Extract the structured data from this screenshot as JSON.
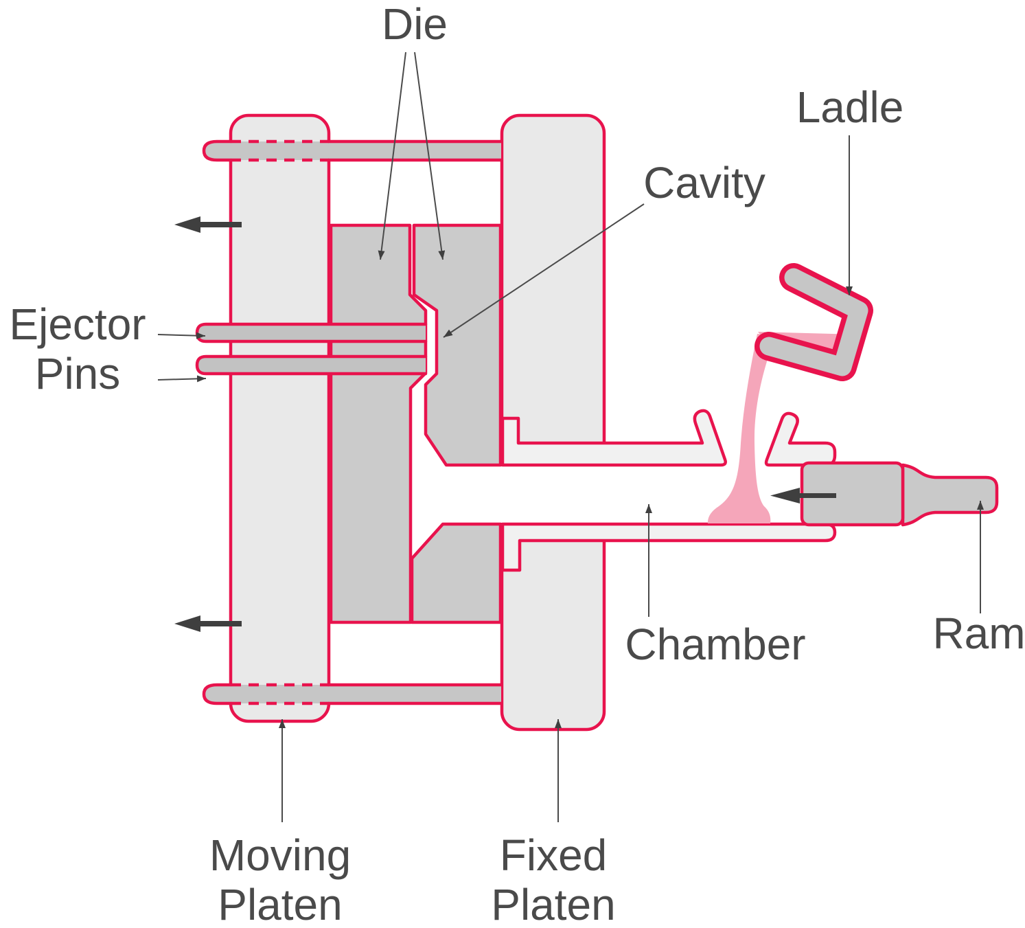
{
  "figure": {
    "kind": "diagram",
    "subject": "die-casting-machine-cross-section",
    "labels": {
      "die": "Die",
      "ladle": "Ladle",
      "cavity": "Cavity",
      "ejector_pins": [
        "Ejector",
        "Pins"
      ],
      "chamber": "Chamber",
      "ram": "Ram",
      "moving_platen": [
        "Moving",
        "Platen"
      ],
      "fixed_platen": [
        "Fixed",
        "Platen"
      ]
    },
    "colors": {
      "outline_red": "#e8134d",
      "die_gray": "#cbcbcb",
      "platen_gray": "#e9e9e9",
      "sleeve_gray": "#f1f1f1",
      "metal_gray": "#c6c6c6",
      "ram_gray": "#c9c9c9",
      "pin_gray": "#c2c2c2",
      "molten_pink": "#f5a6ba",
      "label_text": "#4a4a4a",
      "arrow_black": "#3f3f3f",
      "background": "#ffffff"
    }
  }
}
